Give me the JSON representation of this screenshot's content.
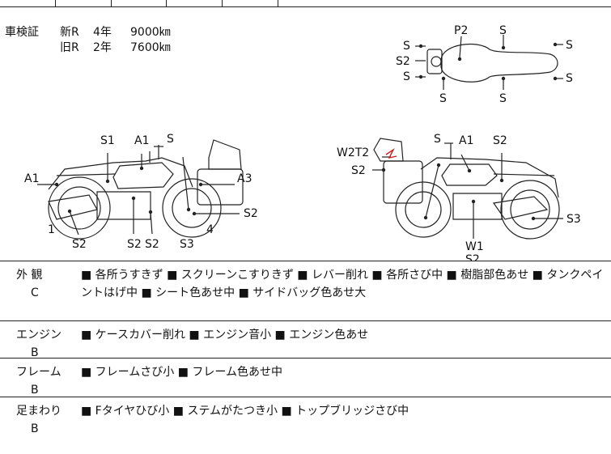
{
  "inspection": {
    "label": "車検証",
    "rows": [
      {
        "type": "新R",
        "years": "4年",
        "distance": "9000㎞"
      },
      {
        "type": "旧R",
        "years": "2年",
        "distance": "7600㎞"
      }
    ]
  },
  "top_view_labels": {
    "p2": "P2",
    "s_top_left": "S",
    "s_mid_left": "S2",
    "s_low_left": "S",
    "s_bottom_left": "S",
    "s_top_center": "S",
    "s_bottom_center": "S",
    "s_top_right": "S",
    "s_low_right": "S"
  },
  "left_view_labels": {
    "s1": "S1",
    "a1_top": "A1",
    "s_top": "S",
    "a1_left": "A1",
    "a3": "A3",
    "s2_right": "S2",
    "num_1": "1",
    "s2_a": "S2",
    "s2_b": "S2",
    "s2_c": "S2",
    "s3": "S3",
    "num_4": "4"
  },
  "right_view_labels": {
    "s_top": "S",
    "a1": "A1",
    "s2_top": "S2",
    "w2t2": "W2T2",
    "s2_left": "S2",
    "s3": "S3",
    "w1": "W1",
    "s2_bottom": "S2"
  },
  "conditions": [
    {
      "name": "外 観",
      "grade": "C",
      "description": "■ 各所うすきず ■ スクリーンこすりきず ■ レバー削れ ■ 各所さび中 ■ 樹脂部色あせ ■ タンクペイントはげ中 ■ シート色あせ中 ■ サイドバッグ色あせ大"
    },
    {
      "name": "エンジン",
      "grade": "B",
      "description": "■ ケースカバー削れ ■ エンジン音小 ■ エンジン色あせ"
    },
    {
      "name": "フレーム",
      "grade": "B",
      "description": "■ フレームさび小 ■ フレーム色あせ中"
    },
    {
      "name": "足まわり",
      "grade": "B",
      "description": "■ Fタイヤひび小 ■ ステムがたつき小 ■ トップブリッジさび中"
    }
  ],
  "colors": {
    "line": "#222222",
    "damage_mark": "#cc1f1f"
  }
}
